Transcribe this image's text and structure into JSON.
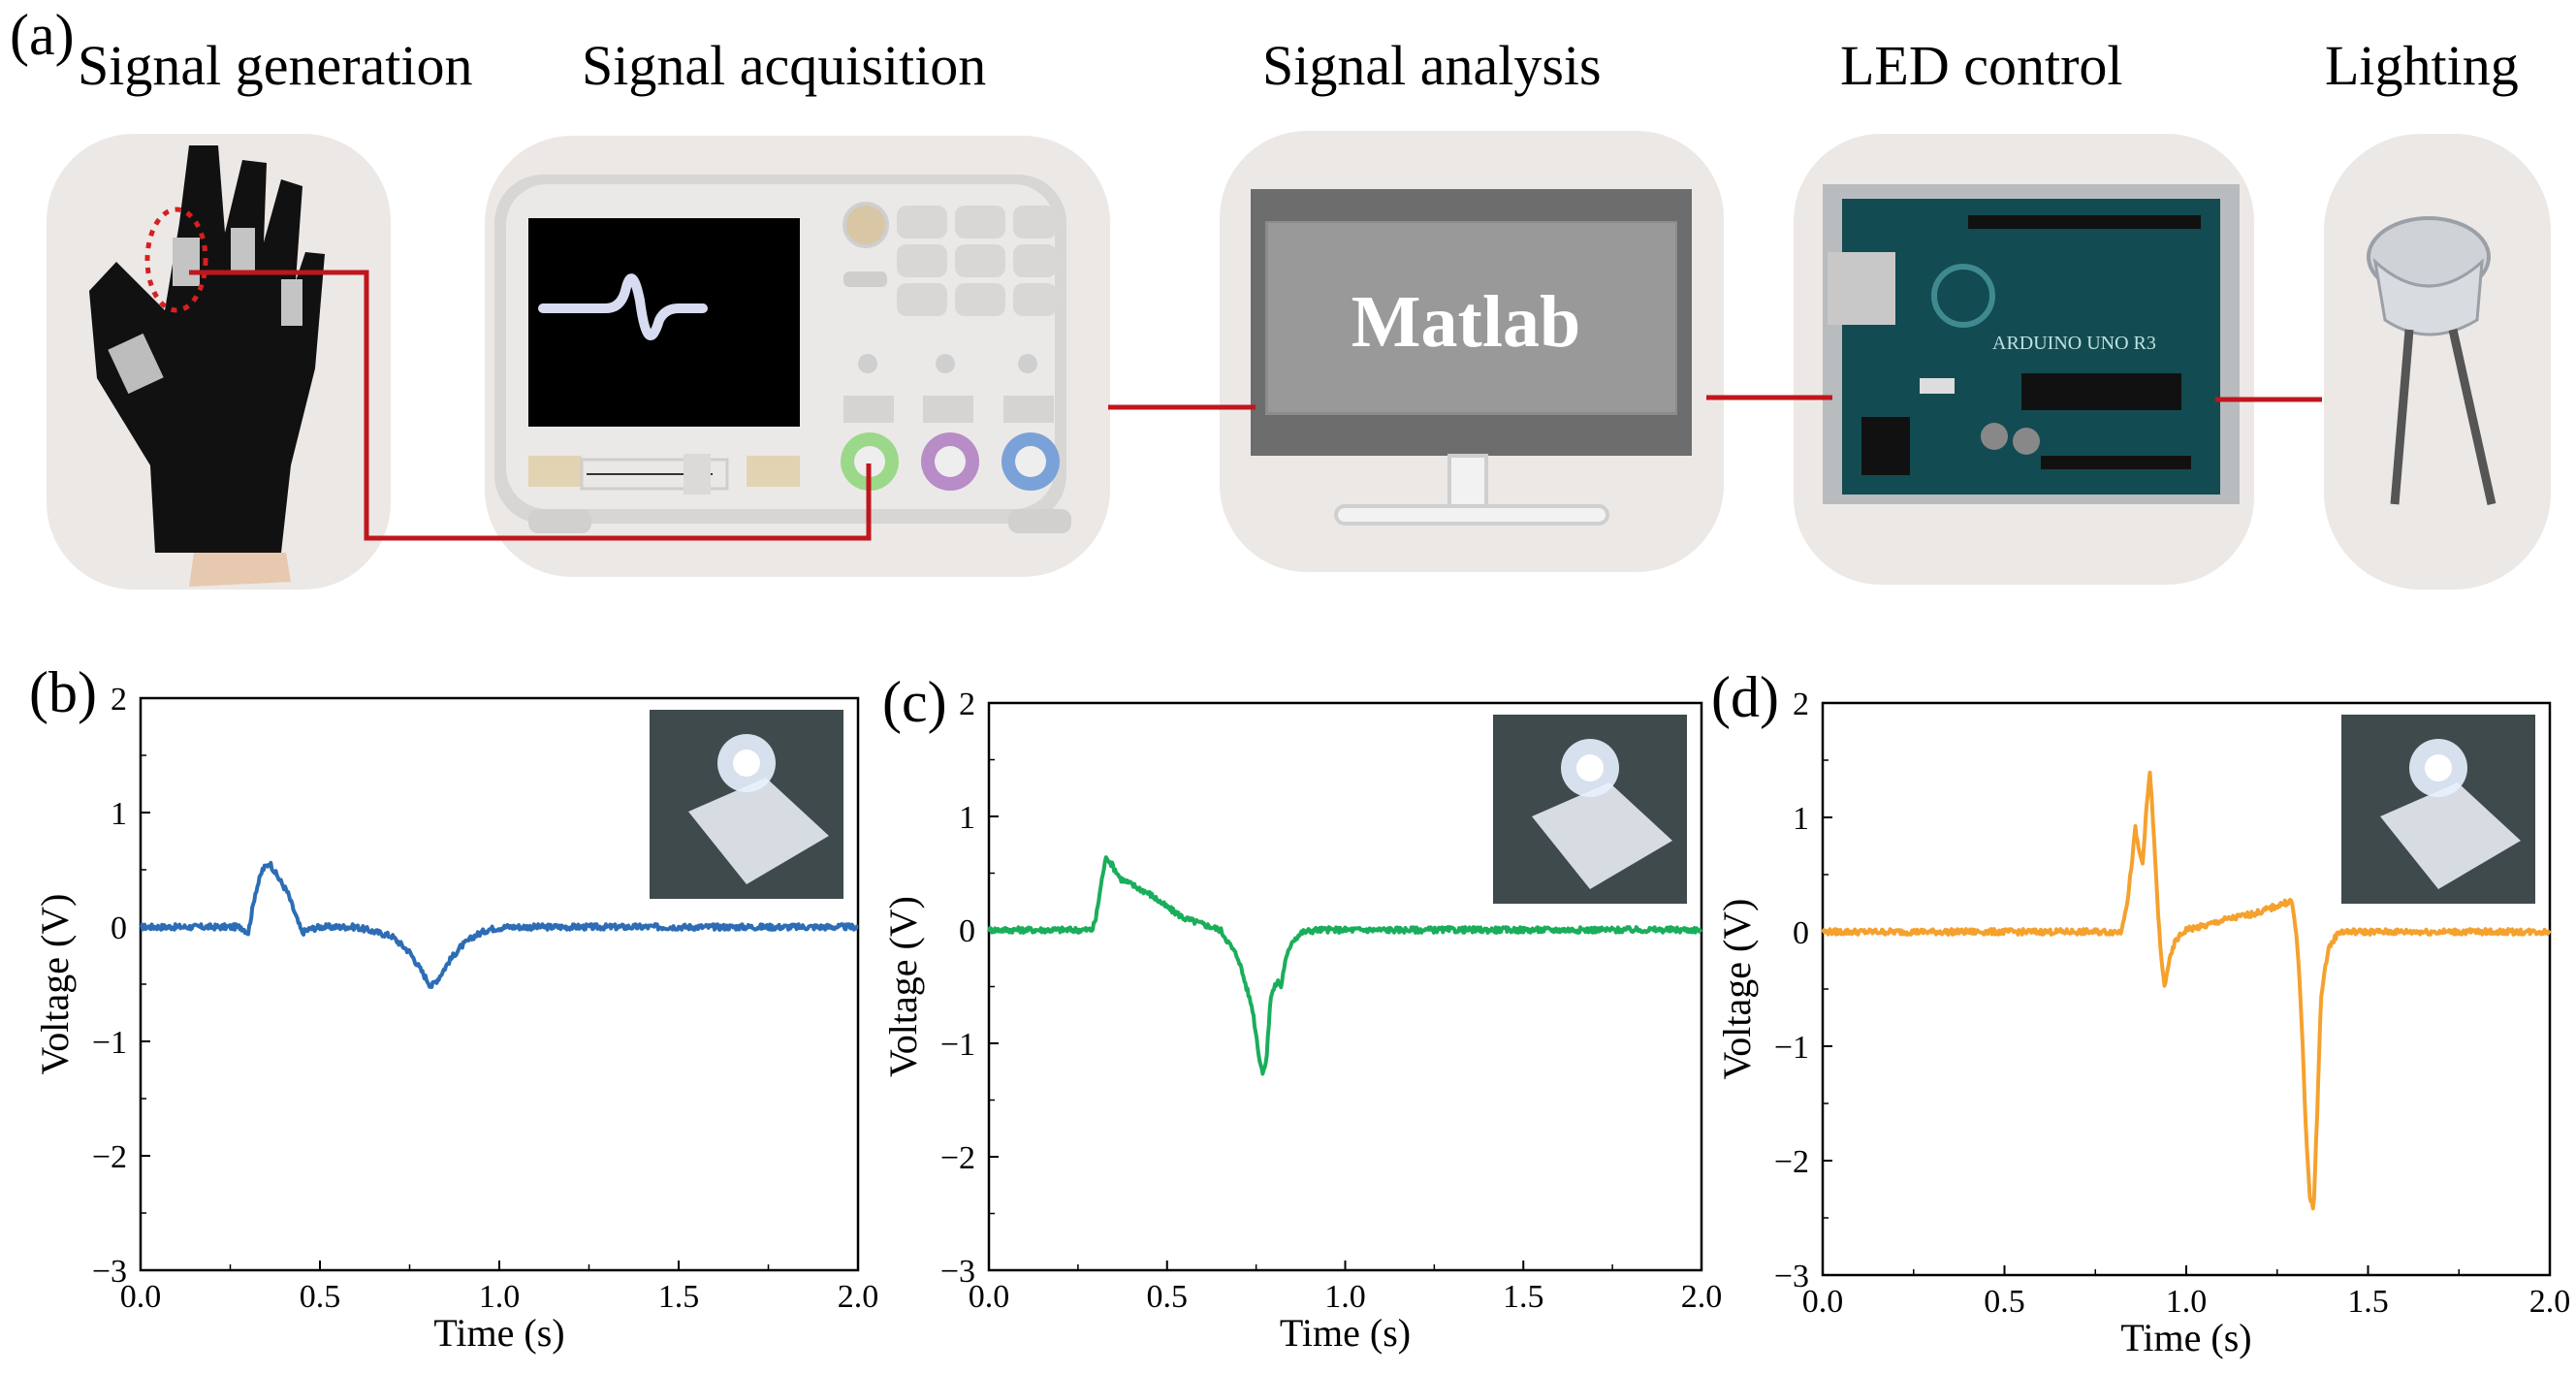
{
  "panel_a": {
    "label": "(a)",
    "stages": [
      {
        "title": "Signal generation",
        "icon": "glove-icon"
      },
      {
        "title": "Signal acquisition",
        "icon": "oscilloscope-icon"
      },
      {
        "title": "Signal analysis",
        "icon": "monitor-icon"
      },
      {
        "title": "LED control",
        "icon": "arduino-board-icon"
      },
      {
        "title": "Lighting",
        "icon": "led-bulb-icon"
      }
    ],
    "monitor_text": "Matlab",
    "board_text": "ARDUINO UNO R3",
    "colors": {
      "wire": "#c0161c",
      "card": "#ece8e6"
    }
  },
  "chart_data": [
    {
      "label": "(b)",
      "type": "line",
      "xlabel": "Time (s)",
      "ylabel": "Voltage (V)",
      "xlim": [
        0.0,
        2.0
      ],
      "ylim": [
        -3,
        2
      ],
      "xticks": [
        "0.0",
        "0.5",
        "1.0",
        "1.5",
        "2.0"
      ],
      "yticks": [
        "2",
        "1",
        "0",
        "−1",
        "−2",
        "−3"
      ],
      "color": "#2c6db5",
      "inset": "led-photo-icon",
      "series": [
        {
          "x": [
            0.0,
            0.28,
            0.3,
            0.32,
            0.34,
            0.36,
            0.38,
            0.41,
            0.43,
            0.45,
            0.47,
            0.5,
            0.6,
            0.7,
            0.75,
            0.79,
            0.81,
            0.83,
            0.86,
            0.89,
            0.93,
            0.97,
            1.02,
            1.1,
            1.5,
            2.0
          ],
          "y": [
            0.0,
            0.0,
            -0.05,
            0.3,
            0.5,
            0.56,
            0.45,
            0.3,
            0.12,
            -0.05,
            -0.02,
            0.0,
            0.0,
            -0.08,
            -0.22,
            -0.42,
            -0.52,
            -0.45,
            -0.3,
            -0.18,
            -0.08,
            -0.02,
            0.0,
            0.0,
            0.0,
            0.0
          ]
        }
      ]
    },
    {
      "label": "(c)",
      "type": "line",
      "xlabel": "Time (s)",
      "ylabel": "Voltage (V)",
      "xlim": [
        0.0,
        2.0
      ],
      "ylim": [
        -3,
        2
      ],
      "xticks": [
        "0.0",
        "0.5",
        "1.0",
        "1.5",
        "2.0"
      ],
      "yticks": [
        "2",
        "1",
        "0",
        "−1",
        "−2",
        "−3"
      ],
      "color": "#1aae5b",
      "inset": "led-photo-icon",
      "series": [
        {
          "x": [
            0.0,
            0.29,
            0.3,
            0.32,
            0.33,
            0.35,
            0.37,
            0.4,
            0.45,
            0.5,
            0.55,
            0.6,
            0.65,
            0.7,
            0.74,
            0.76,
            0.77,
            0.78,
            0.79,
            0.8,
            0.81,
            0.82,
            0.83,
            0.85,
            0.88,
            0.92,
            1.0,
            1.5,
            2.0
          ],
          "y": [
            0.0,
            0.0,
            0.1,
            0.5,
            0.65,
            0.55,
            0.45,
            0.4,
            0.32,
            0.2,
            0.1,
            0.05,
            0.0,
            -0.25,
            -0.7,
            -1.15,
            -1.28,
            -1.1,
            -0.6,
            -0.52,
            -0.45,
            -0.5,
            -0.3,
            -0.1,
            -0.02,
            0.0,
            0.0,
            0.0,
            0.0
          ]
        }
      ]
    },
    {
      "label": "(d)",
      "type": "line",
      "xlabel": "Time (s)",
      "ylabel": "Voltage (V)",
      "xlim": [
        0.0,
        2.0
      ],
      "ylim": [
        -3,
        2
      ],
      "xticks": [
        "0.0",
        "0.5",
        "1.0",
        "1.5",
        "2.0"
      ],
      "yticks": [
        "2",
        "1",
        "0",
        "−1",
        "−2",
        "−3"
      ],
      "color": "#f5a12e",
      "inset": "led-photo-icon",
      "series": [
        {
          "x": [
            0.0,
            0.82,
            0.84,
            0.86,
            0.87,
            0.88,
            0.89,
            0.9,
            0.91,
            0.92,
            0.93,
            0.94,
            0.95,
            0.97,
            1.0,
            1.05,
            1.1,
            1.2,
            1.27,
            1.29,
            1.3,
            1.31,
            1.32,
            1.33,
            1.34,
            1.35,
            1.36,
            1.37,
            1.39,
            1.42,
            1.5,
            2.0
          ],
          "y": [
            0.0,
            0.0,
            0.3,
            0.9,
            0.7,
            0.6,
            1.05,
            1.4,
            0.9,
            0.3,
            -0.2,
            -0.48,
            -0.3,
            -0.08,
            0.02,
            0.05,
            0.1,
            0.17,
            0.25,
            0.27,
            0.05,
            -0.3,
            -1.0,
            -1.8,
            -2.3,
            -2.45,
            -1.6,
            -0.6,
            -0.15,
            0.0,
            0.0,
            0.0
          ]
        }
      ]
    }
  ]
}
